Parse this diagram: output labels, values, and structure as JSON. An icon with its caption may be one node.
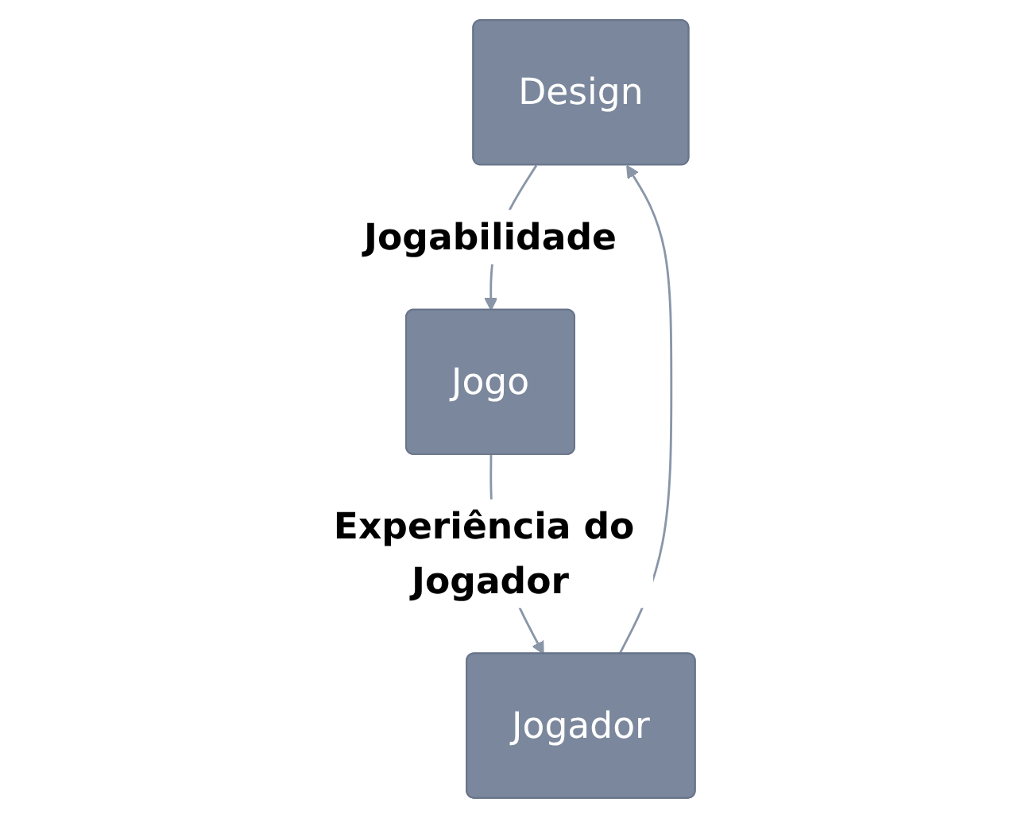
{
  "diagram": {
    "nodes": [
      {
        "text": [
          "Design"
        ]
      },
      {
        "text": [
          "Jogo"
        ]
      },
      {
        "text": [
          "Jogador"
        ]
      }
    ],
    "edges": [
      {
        "from": 0,
        "to": 1,
        "arrow": "to",
        "label": "Jogabilidade"
      },
      {
        "from": 1,
        "to": 2,
        "arrow": "to",
        "label": "Experiência do Jogador"
      },
      {
        "from": 2,
        "to": 0,
        "arrow": "to"
      }
    ]
  }
}
